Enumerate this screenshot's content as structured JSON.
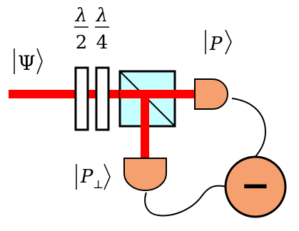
{
  "labels": {
    "input_state": "Ψ",
    "half_wave_num": "λ",
    "half_wave_den": "2",
    "quarter_wave_num": "λ",
    "quarter_wave_den": "4",
    "detector_p": "P",
    "detector_p_perp": "P",
    "perp_symbol": "⊥",
    "difference_symbol": "−"
  },
  "colors": {
    "beam": "#ff0000",
    "beam_splitter": "#c6ffff",
    "detector": "#f5a06e",
    "outline": "#000000",
    "background": "#ffffff"
  }
}
